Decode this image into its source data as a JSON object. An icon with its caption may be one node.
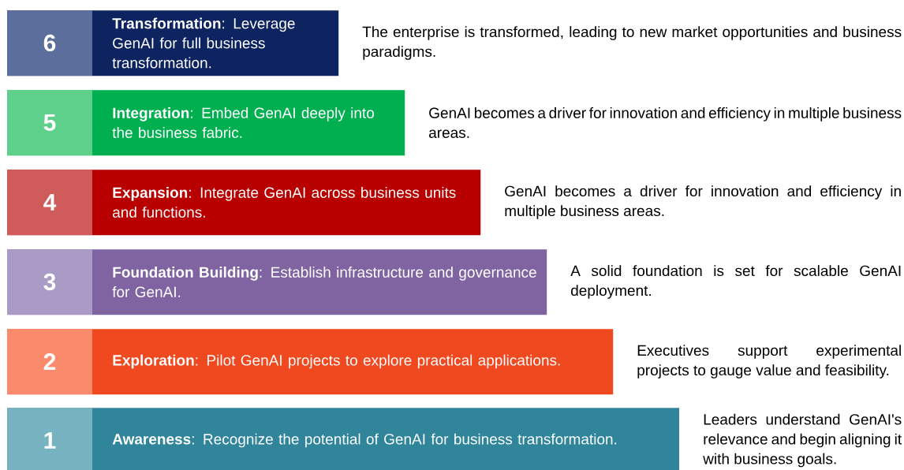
{
  "diagram": {
    "nodes": [
      {
        "text": [
          "6",
          "**Transformation**: Leverage GenAI for full business transformation."
        ],
        "beside": [
          "The enterprise is transformed, leading to new market opportunities and business paradigms."
        ]
      },
      {
        "text": [
          "5",
          "**Integration**: Embed GenAI deeply into the business fabric."
        ],
        "beside": [
          "GenAI becomes a driver for innovation and efficiency in multiple business areas."
        ]
      },
      {
        "text": [
          "4",
          "**Expansion**: Integrate GenAI across business units and functions."
        ],
        "beside": [
          "GenAI becomes a driver for innovation and efficiency in multiple business areas."
        ]
      },
      {
        "text": [
          "3",
          "**Foundation Building**: Establish infrastructure and governance for GenAI."
        ],
        "beside": [
          "A solid foundation is set for scalable GenAI deployment."
        ]
      },
      {
        "text": [
          "2",
          "**Exploration**: Pilot GenAI projects to explore practical applications."
        ],
        "beside": [
          "Executives support experimental projects to gauge value and feasibility."
        ]
      },
      {
        "text": [
          "1",
          "**Awareness**: Recognize the potential of GenAI for business transformation."
        ],
        "beside": [
          "Leaders understand GenAI's relevance and begin aligning it with business goals."
        ]
      }
    ]
  }
}
